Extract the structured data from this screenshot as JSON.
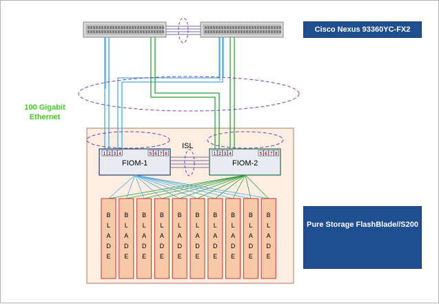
{
  "switch_label": "Cisco Nexus 93360YC-FX2",
  "link_speed_label": "100 Gigabit\nEthernet",
  "isl_label": "ISL",
  "fiom": [
    {
      "name": "FIOM-1",
      "ports": [
        "1",
        "2",
        "3",
        "4",
        "5",
        "6",
        "7",
        "8"
      ]
    },
    {
      "name": "FIOM-2",
      "ports": [
        "1",
        "2",
        "3",
        "4",
        "5",
        "6",
        "7",
        "8"
      ]
    }
  ],
  "blade_letters": [
    "B",
    "L",
    "A",
    "D",
    "E"
  ],
  "blade_count": 10,
  "storage_label": "Pure Storage FlashBlade//S200",
  "colors": {
    "accent_blue": "#1f4e91",
    "link_blue": "#4aa8e0",
    "link_green": "#2e9e3a",
    "ellipse": "#7b3fa0",
    "chassis_bg": "#fdeee4",
    "blade_fill": "#f7c9a8",
    "blade_border": "#c0392b",
    "eth_label": "#44cc22"
  }
}
